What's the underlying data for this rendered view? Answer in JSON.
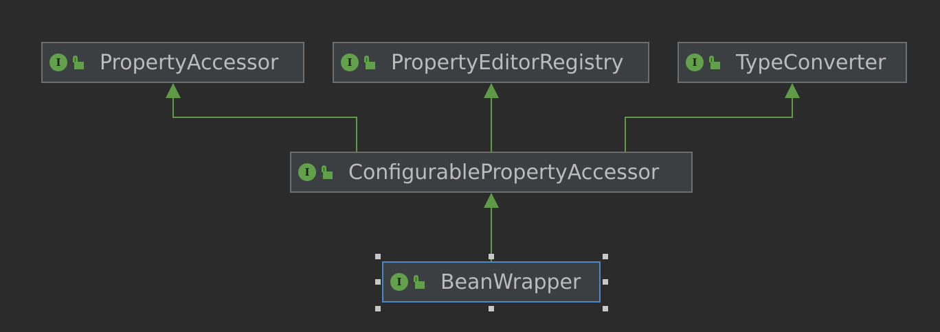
{
  "diagram": {
    "nodes": [
      {
        "id": "property-accessor",
        "label": "PropertyAccessor",
        "badge": "I"
      },
      {
        "id": "property-editor-registry",
        "label": "PropertyEditorRegistry",
        "badge": "I"
      },
      {
        "id": "type-converter",
        "label": "TypeConverter",
        "badge": "I"
      },
      {
        "id": "configurable-property-accessor",
        "label": "ConfigurablePropertyAccessor",
        "badge": "I"
      },
      {
        "id": "bean-wrapper",
        "label": "BeanWrapper",
        "badge": "I",
        "selected": true
      }
    ],
    "edges": [
      {
        "from": "configurable-property-accessor",
        "to": "property-accessor"
      },
      {
        "from": "configurable-property-accessor",
        "to": "property-editor-registry"
      },
      {
        "from": "configurable-property-accessor",
        "to": "type-converter"
      },
      {
        "from": "bean-wrapper",
        "to": "configurable-property-accessor"
      }
    ],
    "colors": {
      "background": "#2b2b2b",
      "node_fill": "#3c3f41",
      "node_border": "#6e6e6e",
      "selected_border": "#4a88c7",
      "edge": "#5f9a47",
      "badge": "#62a04b",
      "text": "#bbbbbb",
      "handle": "#c8c8c8"
    },
    "icons": {
      "badge": "interface-icon",
      "access": "unlocked-icon"
    }
  }
}
